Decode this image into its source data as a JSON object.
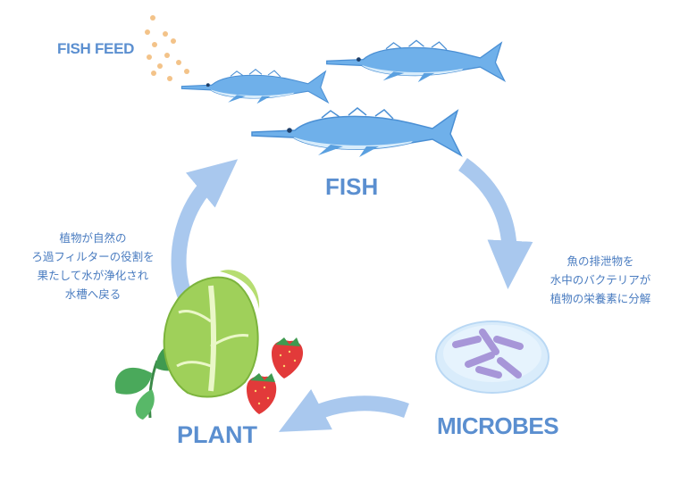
{
  "labels": {
    "fish_feed": "FISH FEED",
    "fish": "FISH",
    "microbes": "MICROBES",
    "plant": "PLANT"
  },
  "notes": {
    "plant_to_fish": [
      "植物が自然の",
      "ろ過フィルターの役割を",
      "果たして水が浄化され",
      "水槽へ戻る"
    ],
    "fish_to_microbes": [
      "魚の排泄物を",
      "水中のバクテリアが",
      "植物の栄養素に分解"
    ]
  },
  "colors": {
    "label_text": "#5b8fd0",
    "note_text": "#4a7cc0",
    "arrow": "#a9c8ee",
    "fish_body": "#6fb0ea",
    "fish_belly": "#d7ecfb",
    "fish_stroke": "#4a8fd4",
    "feed_pellet": "#f3c389",
    "dish": "#d9ecfb",
    "bacteria": "#a796d8",
    "lettuce": "#9fd05a",
    "basil": "#4aa95b",
    "strawberry": "#e23a3a"
  },
  "icons": [
    "fish-icon",
    "feed-pellets-icon",
    "petri-dish-icon",
    "bacteria-icon",
    "lettuce-icon",
    "basil-icon",
    "strawberry-icon"
  ]
}
